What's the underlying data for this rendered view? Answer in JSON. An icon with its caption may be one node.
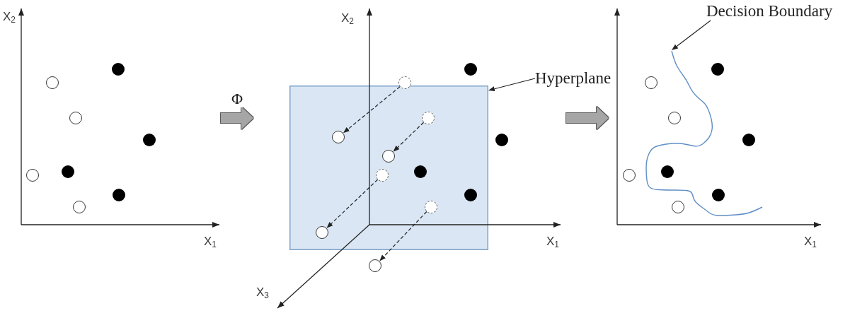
{
  "diagram": {
    "nodes": [
      {
        "text": [],
        "shape": "picture"
      },
      {
        "text": [],
        "shape": "dot",
        "in": 0
      },
      {
        "text": [],
        "shape": "circle",
        "in": 0
      },
      {
        "text": [],
        "shape": "circle",
        "in": 0
      },
      {
        "text": [],
        "shape": "dot",
        "in": 0
      },
      {
        "text": [],
        "shape": "dot",
        "in": 0
      },
      {
        "text": [],
        "shape": "circle",
        "in": 0
      },
      {
        "text": [],
        "shape": "dot",
        "in": 0
      },
      {
        "text": [],
        "shape": "circle",
        "in": 0
      },
      {
        "text": [],
        "shape": "picture"
      },
      {
        "text": [],
        "shape": "box",
        "in": 9
      },
      {
        "text": [],
        "shape": "dot",
        "in": 9
      },
      {
        "text": [],
        "shape": "circle",
        "in": 9
      },
      {
        "text": [],
        "shape": "circle",
        "in": 10
      },
      {
        "text": [],
        "shape": "circle",
        "in": 10
      },
      {
        "text": [],
        "shape": "dot",
        "in": 9
      },
      {
        "text": [],
        "shape": "circle",
        "in": 10
      },
      {
        "text": [],
        "shape": "dot",
        "in": 10
      },
      {
        "text": [],
        "shape": "circle",
        "in": 10
      },
      {
        "text": [],
        "shape": "dot",
        "in": 10
      },
      {
        "text": [],
        "shape": "circle",
        "in": 10
      },
      {
        "text": [],
        "shape": "circle",
        "in": 10
      },
      {
        "text": [],
        "shape": "circle",
        "in": 9
      },
      {
        "text": [
          "Hyperplane"
        ]
      },
      {
        "text": [],
        "shape": "picture"
      },
      {
        "text": [
          "Decision Boundary"
        ]
      },
      {
        "text": [],
        "shape": "dot",
        "in": 24
      },
      {
        "text": [],
        "shape": "circle",
        "in": 24
      },
      {
        "text": [],
        "shape": "circle",
        "in": 24
      },
      {
        "text": [],
        "shape": "dot",
        "in": 24
      },
      {
        "text": [],
        "shape": "dot",
        "in": 24
      },
      {
        "text": [],
        "shape": "circle",
        "in": 24
      },
      {
        "text": [],
        "shape": "dot",
        "in": 24
      },
      {
        "text": [],
        "shape": "circle",
        "in": 24
      }
    ],
    "edges": [
      {
        "from": 0,
        "to": 9,
        "arrow": "to",
        "label": "Φ",
        "style": "thick",
        "color": "#a6a6a6"
      },
      {
        "from": 12,
        "to": 14,
        "arrow": "to",
        "style": "dashed"
      },
      {
        "from": 13,
        "to": 16,
        "arrow": "to",
        "style": "dashed"
      },
      {
        "from": 18,
        "to": 21,
        "arrow": "to",
        "style": "dashed"
      },
      {
        "from": 20,
        "to": 22,
        "arrow": "to",
        "style": "dashed"
      },
      {
        "from": 23,
        "to": 10,
        "arrow": "to"
      },
      {
        "from": 9,
        "to": 24,
        "arrow": "to",
        "style": "thick",
        "color": "#a6a6a6"
      },
      {
        "from": 25,
        "to": null,
        "arrow": "to"
      }
    ],
    "labels": [
      "X$_{2}$",
      "X$_{2}$",
      "X$_{1}$",
      "X$_{1}$",
      "X$_{1}$",
      "X$_{3}$"
    ]
  }
}
